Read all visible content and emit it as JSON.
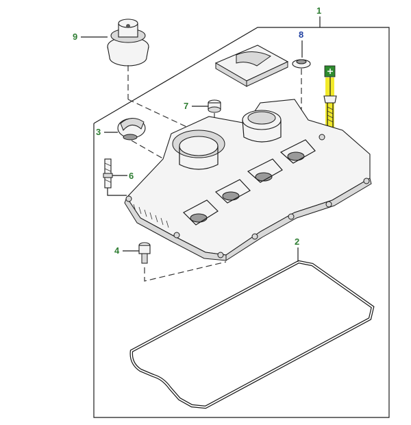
{
  "callouts": {
    "c1": "1",
    "c2": "2",
    "c3": "3",
    "c4": "4",
    "c6": "6",
    "c7": "7",
    "c8": "8",
    "c9": "9"
  },
  "colors": {
    "callout_green": "#2e7d32",
    "callout_blue": "#1f3fa0",
    "highlight_yellow": "#f2ea2a",
    "badge_green": "#2e8b2e"
  },
  "icons": {
    "highlight_badge": "new-part-badge-icon"
  }
}
